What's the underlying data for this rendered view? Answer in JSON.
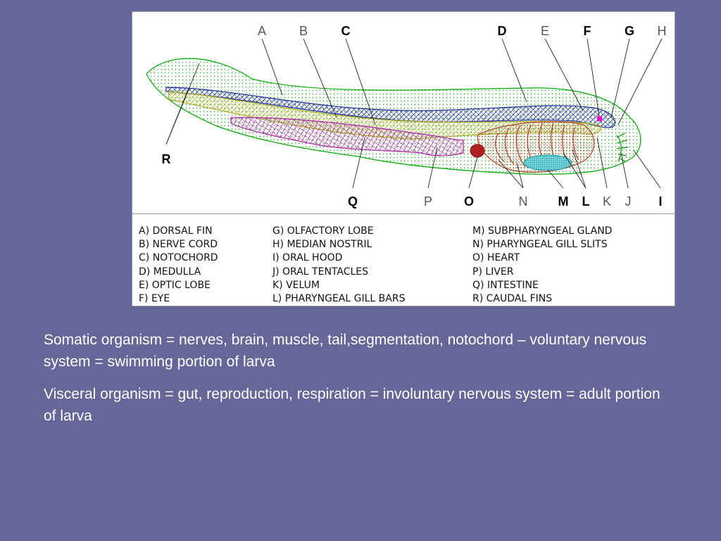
{
  "diagram": {
    "top_labels": [
      {
        "key": "A",
        "bold": false
      },
      {
        "key": "B",
        "bold": false
      },
      {
        "key": "C",
        "bold": true
      },
      {
        "key": "D",
        "bold": true
      },
      {
        "key": "E",
        "bold": false
      },
      {
        "key": "F",
        "bold": true
      },
      {
        "key": "G",
        "bold": true
      },
      {
        "key": "H",
        "bold": false
      }
    ],
    "bottom_labels": [
      {
        "key": "Q",
        "bold": true
      },
      {
        "key": "P",
        "bold": false
      },
      {
        "key": "O",
        "bold": true
      },
      {
        "key": "N",
        "bold": false
      },
      {
        "key": "M",
        "bold": true
      },
      {
        "key": "L",
        "bold": true
      },
      {
        "key": "K",
        "bold": false
      },
      {
        "key": "J",
        "bold": false
      },
      {
        "key": "I",
        "bold": true
      }
    ],
    "side_label": "R",
    "colors": {
      "body": "#00aa00",
      "nerve_cord": "#1a2a9a",
      "notochord": "#a8a81a",
      "intestine": "#b020a8",
      "gill_region": "#b04020",
      "heart": "#b02020",
      "gland": "#22a6b0",
      "eye": "#ff00cc",
      "tentacles": "#2aa02a"
    }
  },
  "legend": {
    "col1": [
      "A) DORSAL FIN",
      "B) NERVE CORD",
      "C) NOTOCHORD",
      "D) MEDULLA",
      "E) OPTIC LOBE",
      "F) EYE"
    ],
    "col2": [
      "G) OLFACTORY LOBE",
      "H) MEDIAN NOSTRIL",
      "I) ORAL HOOD",
      "J) ORAL TENTACLES",
      "K) VELUM",
      "L) PHARYNGEAL GILL BARS"
    ],
    "col3": [
      "M) SUBPHARYNGEAL GLAND",
      "N) PHARYNGEAL GILL SLITS",
      "O) HEART",
      "P) LIVER",
      "Q) INTESTINE",
      "R) CAUDAL FINS"
    ]
  },
  "text": {
    "para1": "Somatic organism = nerves, brain,  muscle, tail,segmentation, notochord – voluntary nervous system = swimming portion of larva",
    "para2": "Visceral organism = gut, reproduction, respiration = involuntary nervous system = adult portion of larva"
  }
}
